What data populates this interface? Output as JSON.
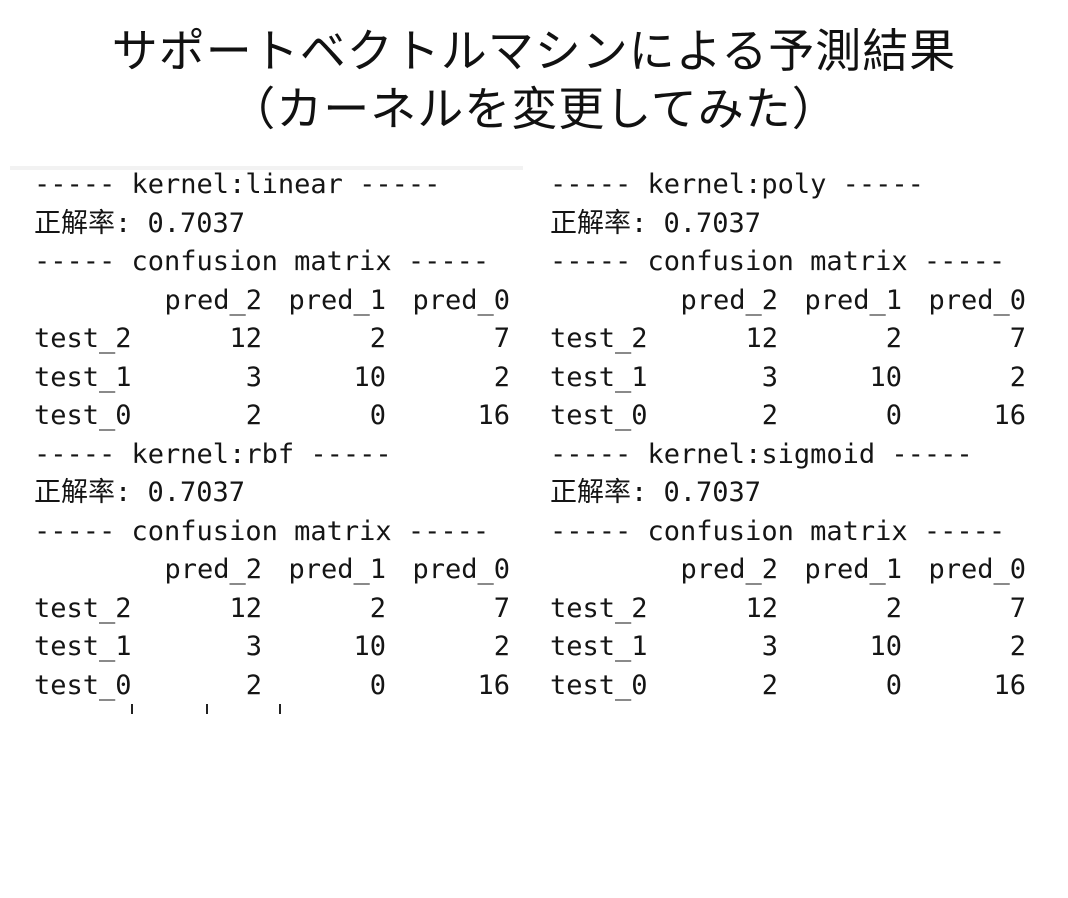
{
  "title": {
    "line1": "サポートベクトルマシンによる予測結果",
    "line2": "（カーネルを変更してみた）"
  },
  "header_cols": [
    "pred_2",
    "pred_1",
    "pred_0"
  ],
  "panels": [
    {
      "kernel_line": "----- kernel:linear -----",
      "accuracy_line": "正解率: 0.7037",
      "matrix_line": "----- confusion matrix -----",
      "rows": [
        {
          "label": "test_2",
          "v2": "12",
          "v1": "2",
          "v0": "7"
        },
        {
          "label": "test_1",
          "v2": "3",
          "v1": "10",
          "v0": "2"
        },
        {
          "label": "test_0",
          "v2": "2",
          "v1": "0",
          "v0": "16"
        }
      ]
    },
    {
      "kernel_line": "----- kernel:poly -----",
      "accuracy_line": "正解率: 0.7037",
      "matrix_line": "----- confusion matrix -----",
      "rows": [
        {
          "label": "test_2",
          "v2": "12",
          "v1": "2",
          "v0": "7"
        },
        {
          "label": "test_1",
          "v2": "3",
          "v1": "10",
          "v0": "2"
        },
        {
          "label": "test_0",
          "v2": "2",
          "v1": "0",
          "v0": "16"
        }
      ]
    },
    {
      "kernel_line": "----- kernel:rbf -----",
      "accuracy_line": "正解率: 0.7037",
      "matrix_line": "----- confusion matrix -----",
      "rows": [
        {
          "label": "test_2",
          "v2": "12",
          "v1": "2",
          "v0": "7"
        },
        {
          "label": "test_1",
          "v2": "3",
          "v1": "10",
          "v0": "2"
        },
        {
          "label": "test_0",
          "v2": "2",
          "v1": "0",
          "v0": "16"
        }
      ]
    },
    {
      "kernel_line": "----- kernel:sigmoid -----",
      "accuracy_line": "正解率: 0.7037",
      "matrix_line": "----- confusion matrix -----",
      "rows": [
        {
          "label": "test_2",
          "v2": "12",
          "v1": "2",
          "v0": "7"
        },
        {
          "label": "test_1",
          "v2": "3",
          "v1": "10",
          "v0": "2"
        },
        {
          "label": "test_0",
          "v2": "2",
          "v1": "0",
          "v0": "16"
        }
      ]
    }
  ]
}
